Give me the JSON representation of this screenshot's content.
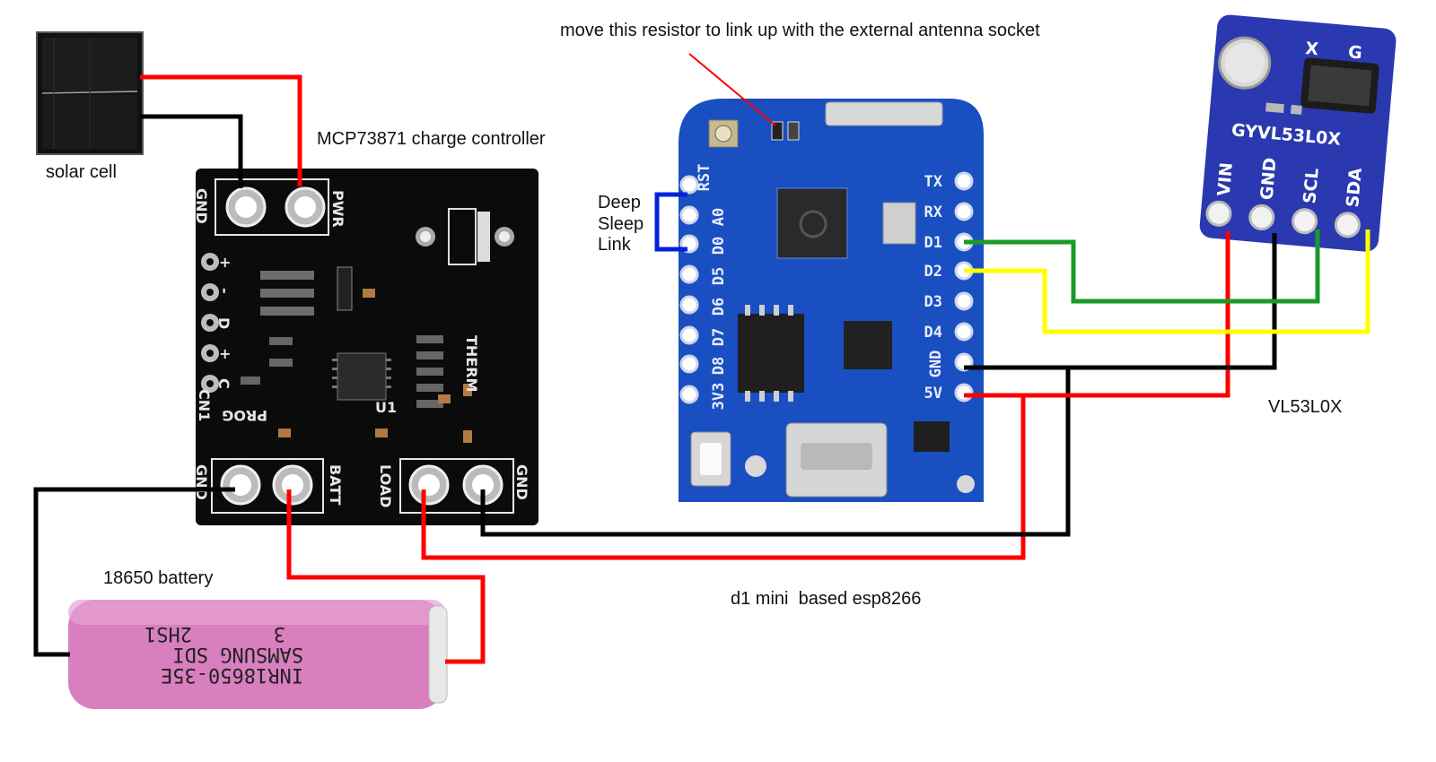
{
  "labels": {
    "solar_cell": "solar cell",
    "charge_controller": "MCP73871 charge controller",
    "battery": "18650 battery",
    "resistor_note": "move this resistor to link up with the external antenna socket",
    "deep_sleep": [
      "Deep",
      "Sleep",
      "Link"
    ],
    "esp_board": "d1 mini  based esp8266",
    "sensor": "VL53L0X"
  },
  "charger_pins": {
    "gnd_top": "GND",
    "pwr": "PWR",
    "side_pins": [
      "+",
      "-",
      "D",
      "+",
      "C",
      "CN1"
    ],
    "prog": "PROG",
    "therm": "THERM",
    "u1": "U1",
    "gnd_bottom_left": "GND",
    "batt": "BATT",
    "load": "LOAD",
    "gnd_bottom_right": "GND"
  },
  "d1_pins": {
    "left": [
      "RST",
      "A0",
      "D0",
      "D5",
      "D6",
      "D7",
      "D8",
      "3V3"
    ],
    "right": [
      "TX",
      "RX",
      "D1",
      "D2",
      "D3",
      "D4",
      "GND",
      "5V"
    ]
  },
  "sensor_pins": {
    "model": "GYVL53L0X",
    "pins": [
      "VIN",
      "GND",
      "SCL",
      "SDA"
    ],
    "x_mark": "X",
    "g_mark": "G"
  },
  "battery_print": [
    "3",
    "SAMSUNG  SDI",
    "INR18650-35E",
    "2HS1"
  ],
  "wire_colors": {
    "power": "#ff0000",
    "ground": "#000000",
    "scl": "#1a9a2a",
    "sda": "#ffff00",
    "deep_sleep": "#0022dd"
  }
}
